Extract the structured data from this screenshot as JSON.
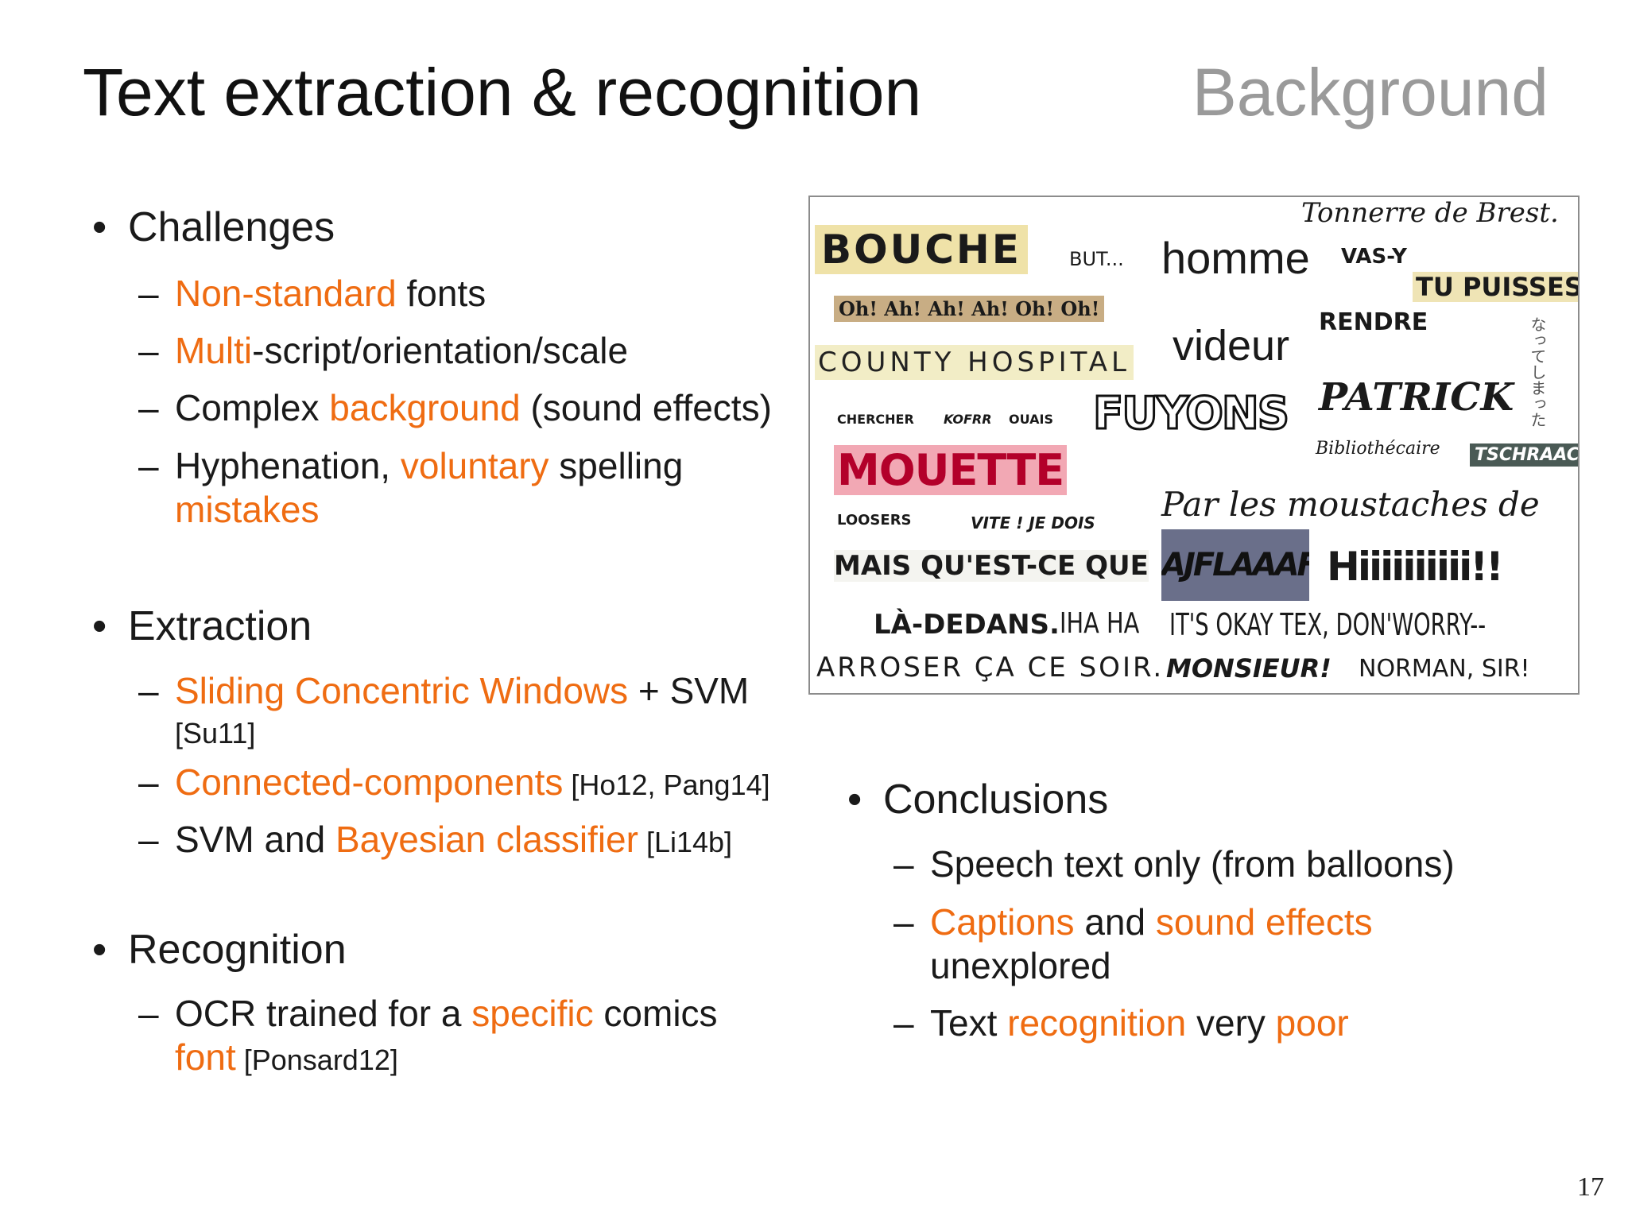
{
  "header": {
    "title": "Text extraction & recognition",
    "section": "Background"
  },
  "challenges": {
    "heading": "Challenges",
    "items": [
      {
        "parts": [
          {
            "text": "Non-standard",
            "highlight": true
          },
          {
            "text": " fonts",
            "highlight": false
          }
        ]
      },
      {
        "parts": [
          {
            "text": "Multi",
            "highlight": true
          },
          {
            "text": "-script/orientation/scale",
            "highlight": false
          }
        ]
      },
      {
        "parts": [
          {
            "text": "Complex ",
            "highlight": false
          },
          {
            "text": "background",
            "highlight": true
          },
          {
            "text": " (sound effects)",
            "highlight": false
          }
        ]
      },
      {
        "line1": [
          {
            "text": "Hyphenation, ",
            "highlight": false
          },
          {
            "text": "voluntary",
            "highlight": true
          },
          {
            "text": " spelling",
            "highlight": false
          }
        ],
        "line2": [
          {
            "text": "mistakes",
            "highlight": true
          }
        ]
      }
    ]
  },
  "extraction": {
    "heading": "Extraction",
    "items": [
      {
        "line1": [
          {
            "text": "Sliding Concentric Windows",
            "highlight": true
          },
          {
            "text": " + SVM",
            "highlight": false
          }
        ],
        "line2": [
          {
            "text": "[Su11]",
            "ref": true
          }
        ]
      },
      {
        "parts": [
          {
            "text": "Connected-components",
            "highlight": true
          },
          {
            "text": " [Ho12, Pang14]",
            "ref": true
          }
        ]
      },
      {
        "parts": [
          {
            "text": "SVM and ",
            "highlight": false
          },
          {
            "text": "Bayesian classifier",
            "highlight": true
          },
          {
            "text": " [Li14b]",
            "ref": true
          }
        ]
      }
    ]
  },
  "recognition": {
    "heading": "Recognition",
    "items": [
      {
        "line1": [
          {
            "text": "OCR trained for a ",
            "highlight": false
          },
          {
            "text": "specific",
            "highlight": true
          },
          {
            "text": " comics",
            "highlight": false
          }
        ],
        "line2": [
          {
            "text": "font",
            "highlight": true
          },
          {
            "text": " [Ponsard12]",
            "ref": true
          }
        ]
      }
    ]
  },
  "conclusions": {
    "heading": "Conclusions",
    "items": [
      {
        "parts": [
          {
            "text": "Speech text only (from balloons)",
            "highlight": false
          }
        ]
      },
      {
        "line1": [
          {
            "text": "Captions",
            "highlight": true
          },
          {
            "text": " and ",
            "highlight": false
          },
          {
            "text": "sound effects",
            "highlight": true
          }
        ],
        "line2": [
          {
            "text": "unexplored",
            "highlight": false
          }
        ]
      },
      {
        "parts": [
          {
            "text": "Text ",
            "highlight": false
          },
          {
            "text": "recognition",
            "highlight": true
          },
          {
            "text": " very ",
            "highlight": false
          },
          {
            "text": "poor",
            "highlight": true
          }
        ]
      }
    ]
  },
  "collage": {
    "words": [
      "Tonnerre de Brest.",
      "BOUCHE",
      "BUT...",
      "homme",
      "VAS-Y",
      "TU PUISSES",
      "Oh! Ah! Ah! Ah! Oh! Oh!",
      "RENDRE",
      "COUNTY HOSPITAL",
      "videur",
      "なってしまった",
      "CHERCHER",
      "KOFRR",
      "OUAIS",
      "FUYONS",
      "PATRICK",
      "Bibliothécaire",
      "TSCHRAAC",
      "MOUETTE",
      "Par les moustaches de",
      "LOOSERS",
      "VITE ! JE DOIS",
      "MAIS QU'EST-CE QUE",
      "AJFLAAAF",
      "Hiiiiiiiiii!!",
      "LÀ-DEDANS.",
      "IHA HA",
      "IT'S OKAY TEX, DON'WORRY--",
      "ARROSER ÇA CE SOIR.",
      "MONSIEUR!",
      "NORMAN, SIR!"
    ]
  },
  "footer": {
    "page_number": "17"
  },
  "colors": {
    "highlight": "#ef6c12",
    "section_label": "#9a9a9a"
  }
}
